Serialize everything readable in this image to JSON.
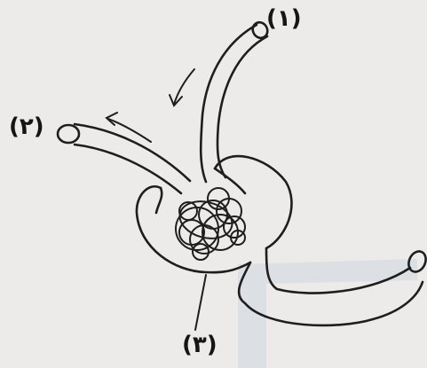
{
  "labels": {
    "label_1": "(١)",
    "label_2": "(٢)",
    "label_3": "(٣)"
  },
  "colors": {
    "background": "#ecebe9",
    "watermark": "#d5dbe2",
    "ink": "#1e1e1e"
  },
  "icons": [
    "arrow-down-icon",
    "arrow-left-icon"
  ]
}
